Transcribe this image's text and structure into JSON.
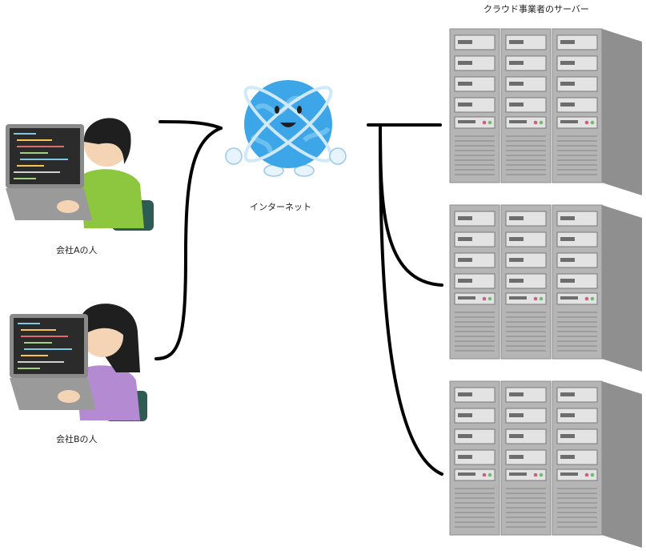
{
  "labels": {
    "company_a": "会社Aの人",
    "company_b": "会社Bの人",
    "internet": "インターネット",
    "cloud_servers": "クラウド事業者のサーバー"
  },
  "colors": {
    "line": "#000000",
    "globe": "#3da6e8",
    "globe_ring": "#cfe9fb",
    "server_body": "#b5b5b5",
    "server_side": "#8f8f8f",
    "person_a_shirt": "#8dc63f",
    "person_b_shirt": "#b48ad3",
    "laptop": "#8a8a8a",
    "screen": "#2b2b2b",
    "chair": "#2f5b55"
  },
  "icons": [
    "person-at-laptop-a",
    "person-at-laptop-b",
    "internet-globe-mascot",
    "server-rack"
  ]
}
